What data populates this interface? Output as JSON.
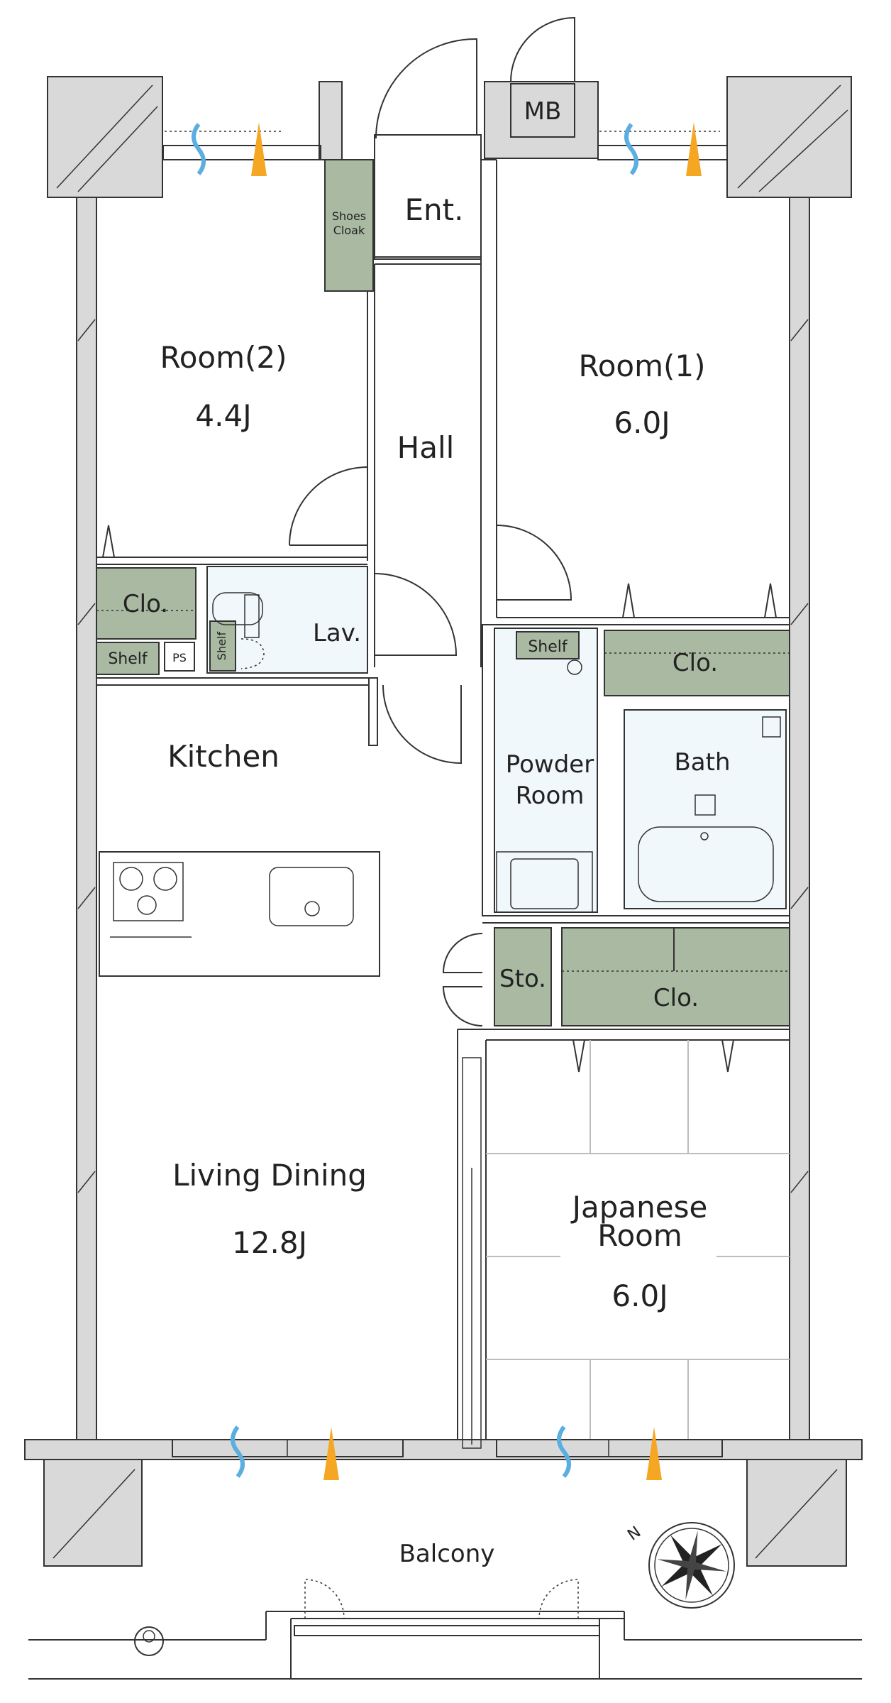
{
  "rooms": {
    "entrance": "Ent.",
    "shoes_cloak": [
      "Shoes",
      "Cloak"
    ],
    "hall": "Hall",
    "room2": {
      "name": "Room(2)",
      "size": "4.4J"
    },
    "room1": {
      "name": "Room(1)",
      "size": "6.0J"
    },
    "lavatory": "Lav.",
    "kitchen": "Kitchen",
    "powder_room": [
      "Powder",
      "Room"
    ],
    "bath": "Bath",
    "storage": "Sto.",
    "living_dining": {
      "name": "Living Dining",
      "size": "12.8J"
    },
    "japanese_room": {
      "name": [
        "Japanese",
        "Room"
      ],
      "size": "6.0J"
    },
    "balcony": "Balcony"
  },
  "closets": {
    "closet_label": "Clo.",
    "shelf_label": "Shelf",
    "pipe_space": "PS",
    "meter_box": "MB"
  },
  "compass": {
    "north_label": "N"
  },
  "colors": {
    "storage_fill": "#a9b9a2",
    "wall_fill": "#d9d9d9",
    "wet_area_fill": "#f1f8fb",
    "airflow_marker": "#5aaee0",
    "light_marker": "#f5a623"
  }
}
